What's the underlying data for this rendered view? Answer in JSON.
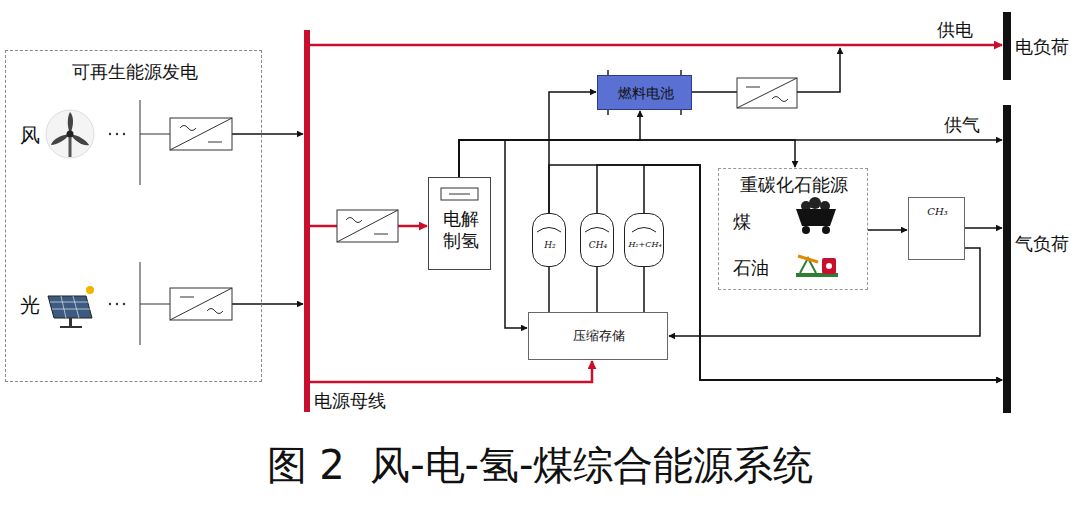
{
  "diagram": {
    "caption": "图 2  风-电-氢-煤综合能源系统",
    "nodes": [
      {
        "text": [
          "可再生能源发电",
          "风",
          "光"
        ]
      },
      {
        "text": [
          "电源母线"
        ]
      },
      {
        "text": [
          "电解制氢"
        ]
      },
      {
        "text": [
          "燃料电池"
        ]
      },
      {
        "text": [
          "H₂"
        ]
      },
      {
        "text": [
          "CH₄"
        ]
      },
      {
        "text": [
          "H₂+CH₄"
        ]
      },
      {
        "text": [
          "压缩存储"
        ]
      },
      {
        "text": [
          "重碳化石能源",
          "煤",
          "石油"
        ]
      },
      {
        "text": [
          "CH₃"
        ]
      },
      {
        "text": [
          "电负荷"
        ]
      },
      {
        "text": [
          "气负荷"
        ]
      }
    ],
    "edges": [
      {
        "from": 0,
        "to": 1,
        "arrow": "to"
      },
      {
        "from": 0,
        "to": 1,
        "arrow": "to"
      },
      {
        "from": 1,
        "to": 10,
        "label": "供电",
        "arrow": "to"
      },
      {
        "from": 1,
        "to": 2,
        "arrow": "to"
      },
      {
        "from": 1,
        "to": 7,
        "arrow": "to"
      },
      {
        "from": 3,
        "to": 10,
        "arrow": "to"
      },
      {
        "from": 2,
        "to": 11,
        "label": "供气",
        "arrow": "to"
      },
      {
        "from": 2,
        "to": 8,
        "arrow": "to"
      },
      {
        "from": 2,
        "to": 3,
        "arrow": "to"
      },
      {
        "from": 2,
        "to": 7,
        "arrow": "to"
      },
      {
        "from": 4,
        "to": 3,
        "arrow": "to"
      },
      {
        "from": 4,
        "to": 11,
        "arrow": "to"
      },
      {
        "from": 5,
        "to": 11,
        "arrow": "to"
      },
      {
        "from": 6,
        "to": 11,
        "arrow": "to"
      },
      {
        "from": 4,
        "to": 7,
        "arrow": "none"
      },
      {
        "from": 5,
        "to": 7,
        "arrow": "none"
      },
      {
        "from": 6,
        "to": 7,
        "arrow": "none"
      },
      {
        "from": 8,
        "to": 9,
        "arrow": "to"
      },
      {
        "from": 9,
        "to": 11,
        "arrow": "to"
      },
      {
        "from": 9,
        "to": 7,
        "arrow": "to"
      }
    ]
  }
}
